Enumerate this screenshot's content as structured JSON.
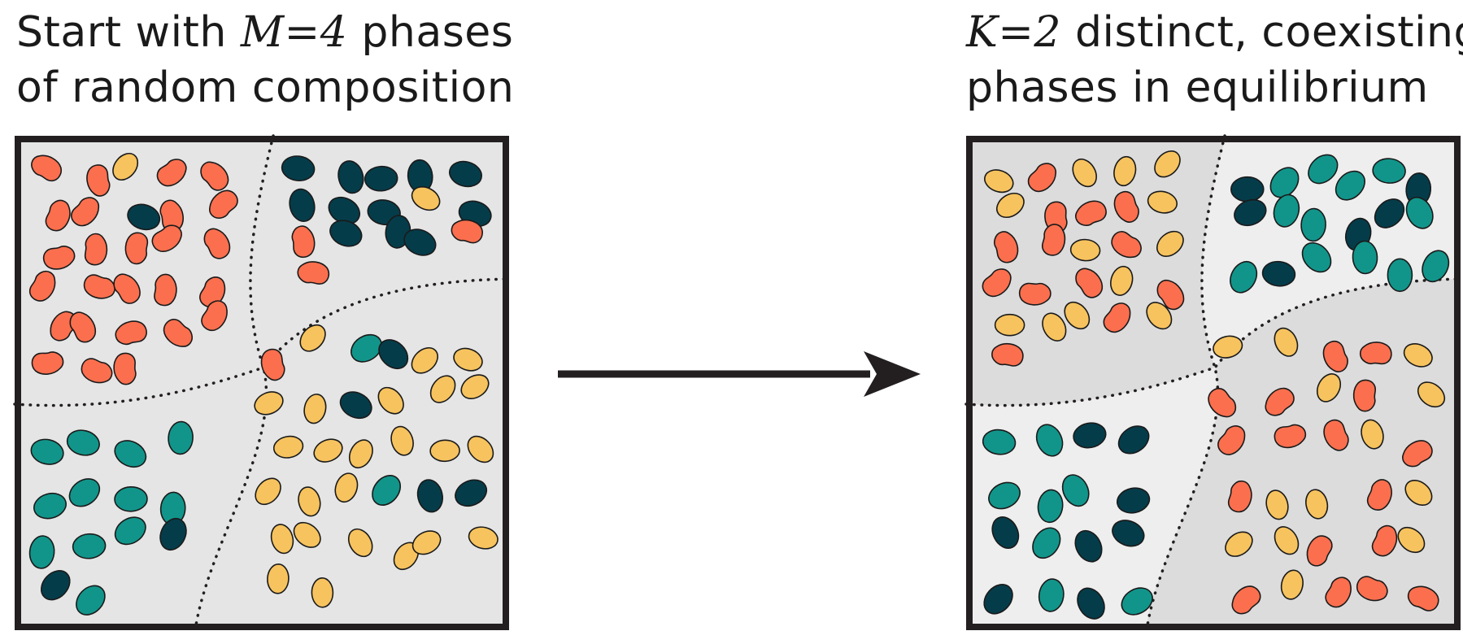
{
  "before": {
    "caption": {
      "prefix": "Start with ",
      "math": "M=4",
      "suffix": " phases",
      "line2": "of random composition"
    }
  },
  "after": {
    "caption": {
      "math": "K=2",
      "suffix": " distinct, coexisting",
      "line2": "phases in equilibrium"
    }
  },
  "colors": {
    "orange": "#fb6f4e",
    "yellow": "#f7c35e",
    "teal": "#11958a",
    "navy": "#053c4a",
    "panel_bg": "#e5e5e5",
    "panel_light": "#eeeeee",
    "panel_dark": "#dcdcdc",
    "border": "#231f20"
  },
  "icons": {
    "arrow": "right-arrow-icon"
  }
}
